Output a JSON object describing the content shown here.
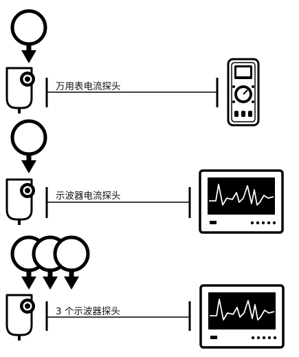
{
  "rows": [
    {
      "probe_label": "万用表电流探头",
      "instrument": "multimeter",
      "clamp_count": 1
    },
    {
      "probe_label": "示波器电流探头",
      "instrument": "oscilloscope",
      "clamp_count": 1
    },
    {
      "probe_label": "3 个示波器探头",
      "instrument": "oscilloscope",
      "clamp_count": 3
    }
  ],
  "colors": {
    "ink": "#000000",
    "background": "#ffffff",
    "screen_trace": "#ffffff"
  }
}
